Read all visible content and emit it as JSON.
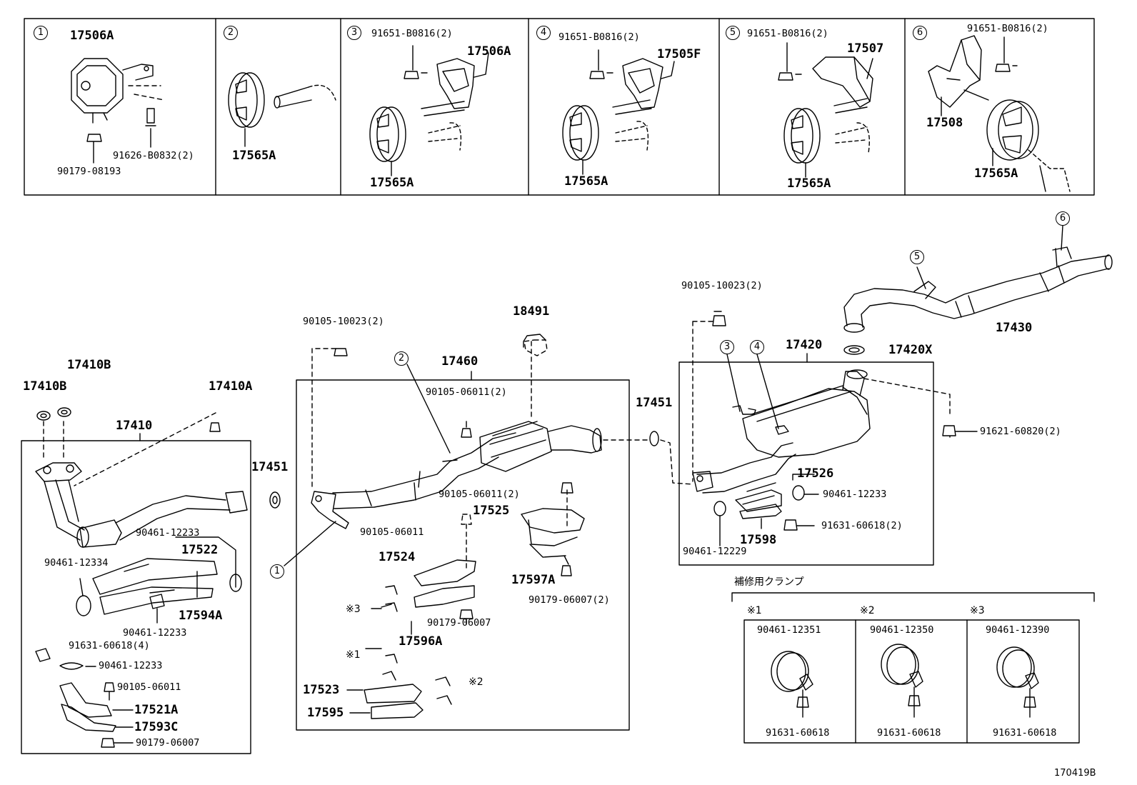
{
  "diagram_id": "170419B",
  "panels": {
    "p1": {
      "num": "1",
      "parts": [
        "17506A",
        "91626-B0832(2)",
        "90179-08193"
      ]
    },
    "p2": {
      "num": "2",
      "parts": [
        "17565A"
      ]
    },
    "p3": {
      "num": "3",
      "parts": [
        "91651-B0816(2)",
        "17506A",
        "17565A"
      ]
    },
    "p4": {
      "num": "4",
      "parts": [
        "91651-B0816(2)",
        "17505F",
        "17565A"
      ]
    },
    "p5": {
      "num": "5",
      "parts": [
        "91651-B0816(2)",
        "17507",
        "17565A"
      ]
    },
    "p6": {
      "num": "6",
      "parts": [
        "91651-B0816(2)",
        "17508",
        "17565A"
      ]
    }
  },
  "left_group": {
    "parts": [
      "17410B",
      "17410B",
      "17410A",
      "17410",
      "90461-12233",
      "17522",
      "90461-12334",
      "17594A",
      "90461-12233",
      "91631-60618(4)",
      "90461-12233",
      "90105-06011",
      "17521A",
      "17593C",
      "90179-06007"
    ]
  },
  "middle_group": {
    "parts": [
      "90105-10023(2)",
      "18491",
      "17460",
      "90105-06011(2)",
      "17451",
      "90105-06011(2)",
      "17525",
      "90105-06011",
      "17524",
      "17597A",
      "90179-06007(2)",
      "※3",
      "90179-06007",
      "17596A",
      "※1",
      "※2",
      "17523",
      "17595"
    ]
  },
  "right_group": {
    "parts": [
      "90105-10023(2)",
      "17420",
      "17451",
      "91621-60820(2)",
      "17526",
      "90461-12233",
      "91631-60618(2)",
      "17598",
      "90461-12229",
      "17420X",
      "17430"
    ]
  },
  "callouts": [
    "1",
    "2",
    "3",
    "4",
    "5",
    "6"
  ],
  "repair_clamp": {
    "title": "補修用クランプ",
    "items": [
      {
        "mark": "※1",
        "clamp": "90461-12351",
        "bolt": "91631-60618"
      },
      {
        "mark": "※2",
        "clamp": "90461-12350",
        "bolt": "91631-60618"
      },
      {
        "mark": "※3",
        "clamp": "90461-12390",
        "bolt": "91631-60618"
      }
    ]
  }
}
